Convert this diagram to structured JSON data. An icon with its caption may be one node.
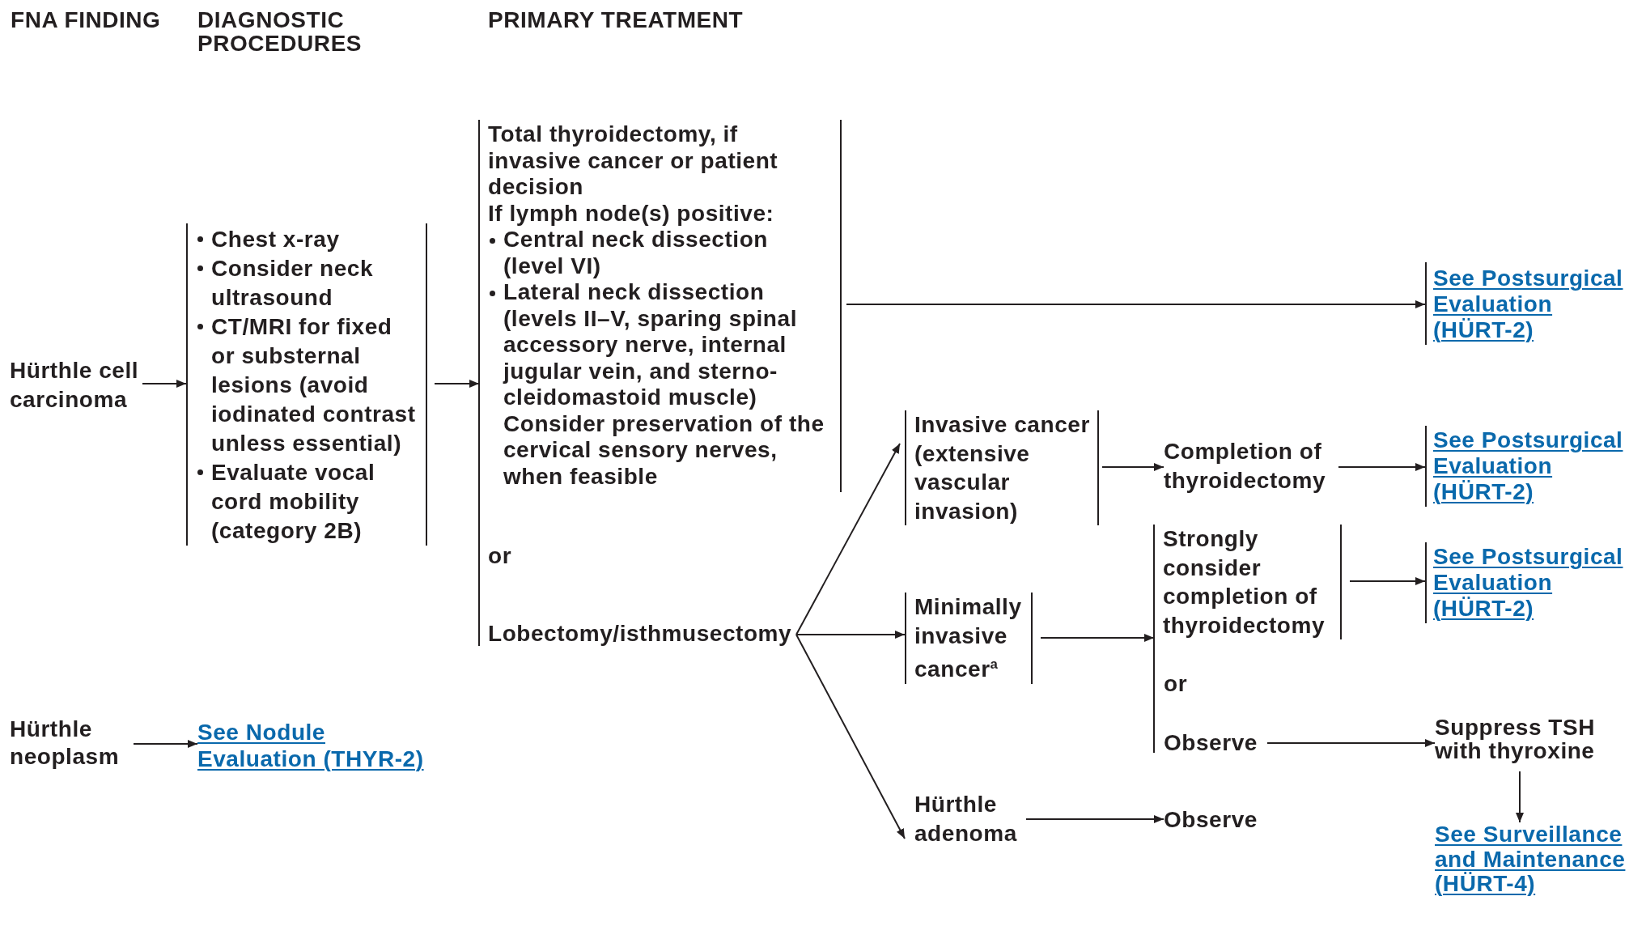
{
  "diagram": {
    "nodes": [
      {
        "text": [
          "Hürthle cell carcinoma"
        ]
      },
      {
        "text": [
          "Chest x-ray",
          "Consider neck ultrasound",
          "CT/MRI for fixed or substernal lesions (avoid iodinated contrast unless essential)",
          "Evaluate vocal cord mobility (category 2B)"
        ]
      },
      {
        "text": [
          "Total thyroidectomy, if invasive cancer or patient decision",
          "If lymph node(s) positive:",
          "Central neck dissection (level VI)",
          "Lateral neck dissection (levels II–V, sparing spinal accessory nerve, internal jugular vein, and sterno-cleidomastoid muscle)",
          "Consider preservation of the cervical sensory nerves, when feasible"
        ]
      },
      {
        "text": [
          "See Postsurgical Evaluation (HÜRT-2)"
        ]
      },
      {
        "text": [
          "Lobectomy/isthmusectomy"
        ]
      },
      {
        "text": [
          "Invasive cancer (extensive vascular invasion)"
        ]
      },
      {
        "text": [
          "Completion of thyroidectomy"
        ]
      },
      {
        "text": [
          "See Postsurgical Evaluation (HÜRT-2)"
        ]
      },
      {
        "text": [
          "Strongly consider completion of thyroidectomy"
        ]
      },
      {
        "text": [
          "See Postsurgical Evaluation (HÜRT-2)"
        ]
      },
      {
        "text": [
          "Minimally invasive cancer$^{a}$"
        ]
      },
      {
        "text": [
          "Observe"
        ]
      },
      {
        "text": [
          "Suppress TSH with thyroxine"
        ]
      },
      {
        "text": [
          "Hürthle adenoma"
        ]
      },
      {
        "text": [
          "Observe"
        ]
      },
      {
        "text": [
          "See Surveillance and Maintenance (HÜRT-4)"
        ]
      },
      {
        "text": [
          "Hürthle neoplasm"
        ]
      },
      {
        "text": [
          "See Nodule Evaluation (THYR-2)"
        ]
      }
    ],
    "edges": [
      {
        "from": 0,
        "to": 1,
        "arrow": "to"
      },
      {
        "from": 1,
        "to": 2,
        "arrow": "to"
      },
      {
        "from": 2,
        "to": 3,
        "arrow": "to"
      },
      {
        "from": 4,
        "to": 5,
        "arrow": "to"
      },
      {
        "from": 4,
        "to": 10,
        "arrow": "to"
      },
      {
        "from": 4,
        "to": 13,
        "arrow": "to"
      },
      {
        "from": 5,
        "to": 6,
        "arrow": "to"
      },
      {
        "from": 6,
        "to": 7,
        "arrow": "to"
      },
      {
        "from": 10,
        "to": 8,
        "arrow": "to"
      },
      {
        "from": 8,
        "to": 9,
        "arrow": "to"
      },
      {
        "from": 11,
        "to": 12,
        "arrow": "to"
      },
      {
        "from": 12,
        "to": 15,
        "arrow": "to"
      },
      {
        "from": 13,
        "to": 14,
        "arrow": "to"
      },
      {
        "from": 16,
        "to": 17,
        "arrow": "to"
      }
    ],
    "labels": [
      "FNA FINDING",
      "DIAGNOSTIC PROCEDURES",
      "PRIMARY TREATMENT",
      "or",
      "or"
    ]
  }
}
